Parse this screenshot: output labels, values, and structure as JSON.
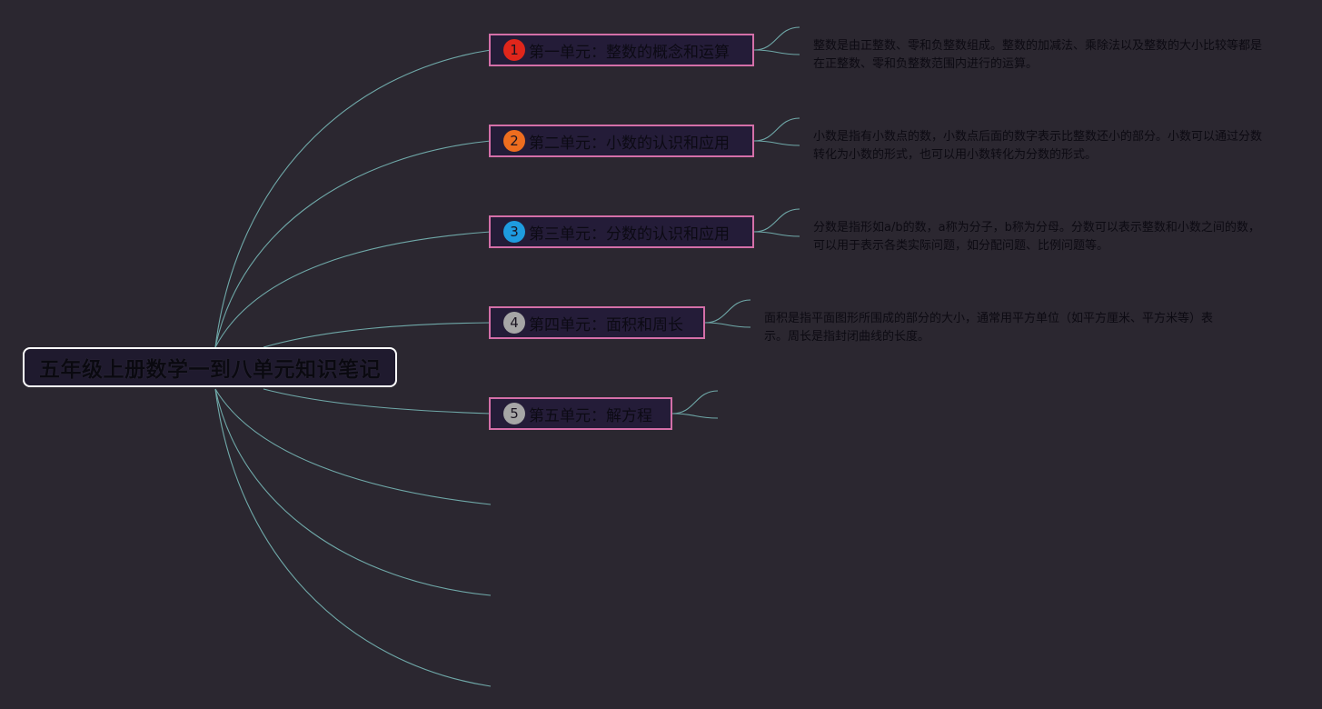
{
  "root": {
    "title": "五年级上册数学一到八单元知识笔记"
  },
  "colors": {
    "connector": "#6fa8a8",
    "unit_border": "#d46fa8",
    "root_border": "#ffffff",
    "background": "#2b2730"
  },
  "units": [
    {
      "number": "1",
      "badge_color": "#e0261b",
      "label": "第一单元：整数的概念和运算",
      "note": "整数是由正整数、零和负整数组成。整数的加减法、乘除法以及整数的大小比较等都是在正整数、零和负整数范围内进行的运算。"
    },
    {
      "number": "2",
      "badge_color": "#ee6d1f",
      "label": "第二单元：小数的认识和应用",
      "note": "小数是指有小数点的数，小数点后面的数字表示比整数还小的部分。小数可以通过分数转化为小数的形式，也可以用小数转化为分数的形式。"
    },
    {
      "number": "3",
      "badge_color": "#1e9be0",
      "label": "第三单元：分数的认识和应用",
      "note": "分数是指形如a/b的数，a称为分子，b称为分母。分数可以表示整数和小数之间的数，可以用于表示各类实际问题，如分配问题、比例问题等。"
    },
    {
      "number": "4",
      "badge_color": "#a6a6a6",
      "label": "第四单元：面积和周长",
      "note": "面积是指平面图形所围成的部分的大小，通常用平方单位（如平方厘米、平方米等）表示。周长是指封闭曲线的长度。"
    },
    {
      "number": "5",
      "badge_color": "#a6a6a6",
      "label": "第五单元：解方程",
      "note": ""
    }
  ]
}
